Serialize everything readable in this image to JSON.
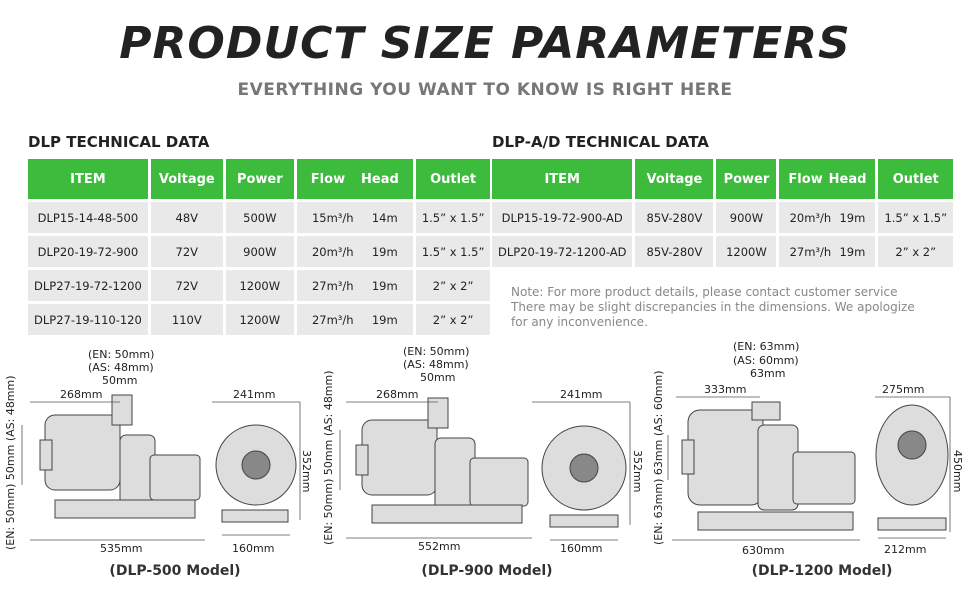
{
  "header": {
    "title": "PRODUCT SIZE PARAMETERS",
    "subtitle": "EVERYTHING YOU WANT TO KNOW IS RIGHT HERE"
  },
  "dlp": {
    "section_title": "DLP TECHNICAL DATA",
    "headers": {
      "item": "ITEM",
      "voltage": "Voltage",
      "power": "Power",
      "flow": "Flow",
      "head": "Head",
      "outlet": "Outlet"
    },
    "rows": [
      {
        "item": "DLP15-14-48-500",
        "voltage": "48V",
        "power": "500W",
        "flow": "15m³/h",
        "head": "14m",
        "outlet": "1.5” x 1.5”"
      },
      {
        "item": "DLP20-19-72-900",
        "voltage": "72V",
        "power": "900W",
        "flow": "20m³/h",
        "head": "19m",
        "outlet": "1.5” x 1.5”"
      },
      {
        "item": "DLP27-19-72-1200",
        "voltage": "72V",
        "power": "1200W",
        "flow": "27m³/h",
        "head": "19m",
        "outlet": "2” x 2”"
      },
      {
        "item": "DLP27-19-110-120",
        "voltage": "110V",
        "power": "1200W",
        "flow": "27m³/h",
        "head": "19m",
        "outlet": "2” x 2”"
      }
    ]
  },
  "dlp_ad": {
    "section_title": "DLP-A/D TECHNICAL DATA",
    "headers": {
      "item": "ITEM",
      "voltage": "Voltage",
      "power": "Power",
      "flow": "Flow",
      "head": "Head",
      "outlet": "Outlet"
    },
    "rows": [
      {
        "item": "DLP15-19-72-900-AD",
        "voltage": "85V-280V",
        "power": "900W",
        "flow": "20m³/h",
        "head": "19m",
        "outlet": "1.5” x 1.5”"
      },
      {
        "item": "DLP20-19-72-1200-AD",
        "voltage": "85V-280V",
        "power": "1200W",
        "flow": "27m³/h",
        "head": "19m",
        "outlet": "2” x 2”"
      }
    ]
  },
  "note": "Note:  For more product details, please contact customer service There may be slight discrepancies in the dimensions. We apologize for any inconvenience.",
  "models": [
    {
      "caption": "(DLP-500 Model)",
      "en_top": "(EN: 50mm)",
      "as_top": "(AS: 48mm)",
      "pipe": "50mm",
      "width_top": "268mm",
      "length": "535mm",
      "side_vertical": "(EN: 50mm) 50mm (AS: 48mm)",
      "front_width": "241mm",
      "front_height": "352mm",
      "front_base": "160mm"
    },
    {
      "caption": "(DLP-900 Model)",
      "en_top": "(EN: 50mm)",
      "as_top": "(AS: 48mm)",
      "pipe": "50mm",
      "width_top": "268mm",
      "length": "552mm",
      "side_vertical": "(EN: 50mm) 50mm (AS: 48mm)",
      "front_width": "241mm",
      "front_height": "352mm",
      "front_base": "160mm"
    },
    {
      "caption": "(DLP-1200 Model)",
      "en_top": "(EN: 63mm)",
      "as_top": "(AS: 60mm)",
      "pipe": "63mm",
      "width_top": "333mm",
      "length": "630mm",
      "side_vertical": "(EN: 63mm) 63mm (AS: 60mm)",
      "front_width": "275mm",
      "front_height": "450mm",
      "front_base": "212mm"
    }
  ],
  "colors": {
    "header_green": "#3dbb3d",
    "cell_gray": "#e9e9e9"
  }
}
